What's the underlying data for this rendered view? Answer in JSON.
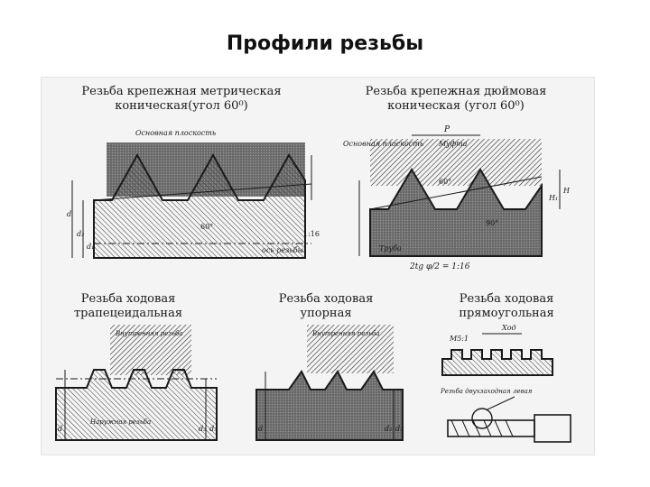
{
  "title": "Профили резьбы",
  "panels": {
    "metric_tapered": {
      "line1": "Резьба крепежная метрическая",
      "line2": "коническая(угол 60⁰)",
      "labels": {
        "base_plane": "Основная плоскость",
        "angle": "60°",
        "pipe_axis": "ось резьбы",
        "ratio": "1:16",
        "d": "d",
        "d2": "d₂",
        "d1": "d₁"
      }
    },
    "inch_tapered": {
      "line1": "Резьба крепежная дюймовая",
      "line2": "коническая (угол 60⁰)",
      "labels": {
        "base_plane": "Основная плоскость",
        "coupling": "Муфта",
        "pipe": "Труба",
        "pitch": "P",
        "angle": "60°",
        "angle90": "90°",
        "formula": "2tg φ/2 = 1:16",
        "h": "H",
        "h1": "H₁"
      }
    },
    "trapezoidal": {
      "line1": "Резьба ходовая",
      "line2": "трапецеидальная",
      "labels": {
        "nut": "Внутренняя резьба",
        "bolt": "Наружная резьба",
        "d": "d",
        "d2": "d₂",
        "d3": "d₃"
      }
    },
    "buttress": {
      "line1": "Резьба ходовая",
      "line2": "упорная",
      "labels": {
        "nut": "Внутренняя резьба",
        "d": "d",
        "d2": "d₂",
        "d3": "d₃"
      }
    },
    "rectangular": {
      "line1": "Резьба ходовая",
      "line2": "прямоугольная",
      "labels": {
        "pitch": "Ход",
        "scale": "M5:1",
        "caption": "Резьба двухзаходная левая"
      }
    }
  },
  "colors": {
    "ink": "#1a1a1a",
    "shade": "#4a4a4a",
    "paper": "#f4f4f4"
  }
}
